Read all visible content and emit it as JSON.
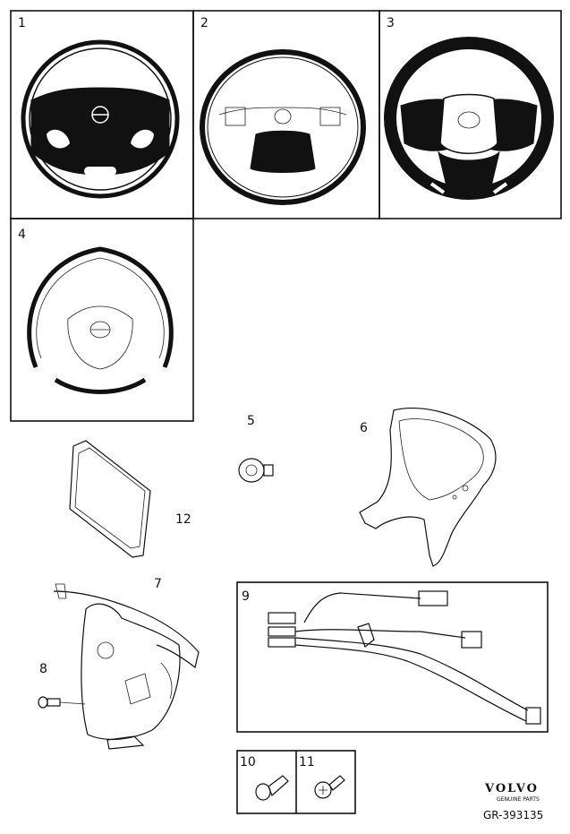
{
  "callouts": {
    "c1": "1",
    "c2": "2",
    "c3": "3",
    "c4": "4",
    "c5": "5",
    "c6": "6",
    "c7": "7",
    "c8": "8",
    "c9": "9",
    "c10": "10",
    "c11": "11",
    "c12": "12"
  },
  "footer": {
    "brand": "VOLVO",
    "tagline": "GENUINE PARTS",
    "code": "GR-393135"
  },
  "colors": {
    "ink": "#111111",
    "paper": "#ffffff"
  }
}
